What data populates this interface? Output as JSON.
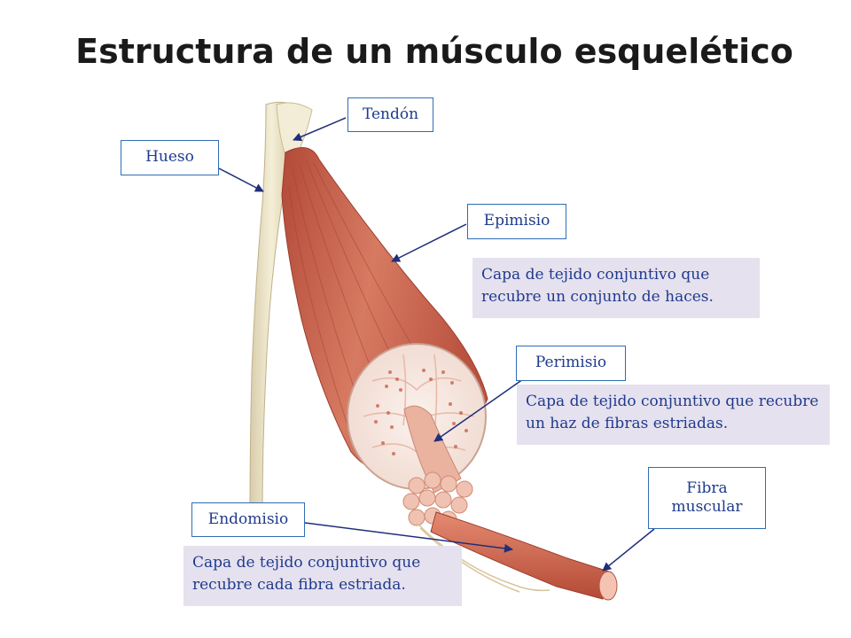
{
  "title": "Estructura de un músculo esquelético",
  "labels": {
    "tendon": "Tendón",
    "hueso": "Hueso",
    "epimisio": "Epimisio",
    "perimisio": "Perimisio",
    "endomisio": "Endomisio",
    "fibra_line1": "Fibra",
    "fibra_line2": "muscular"
  },
  "descriptions": {
    "epimisio": "Capa de tejido conjuntivo que recubre un conjunto de haces.",
    "perimisio": "Capa de tejido conjuntivo que recubre un haz de fibras estriadas.",
    "endomisio": "Capa de tejido conjuntivo que recubre cada fibra estriada."
  },
  "colors": {
    "label_border": "#2f6db5",
    "label_text": "#1f3b8c",
    "desc_bg": "#e6e1ef",
    "arrow": "#1f2f7a",
    "muscle": "#c8604a",
    "bone": "#efe6c8"
  }
}
